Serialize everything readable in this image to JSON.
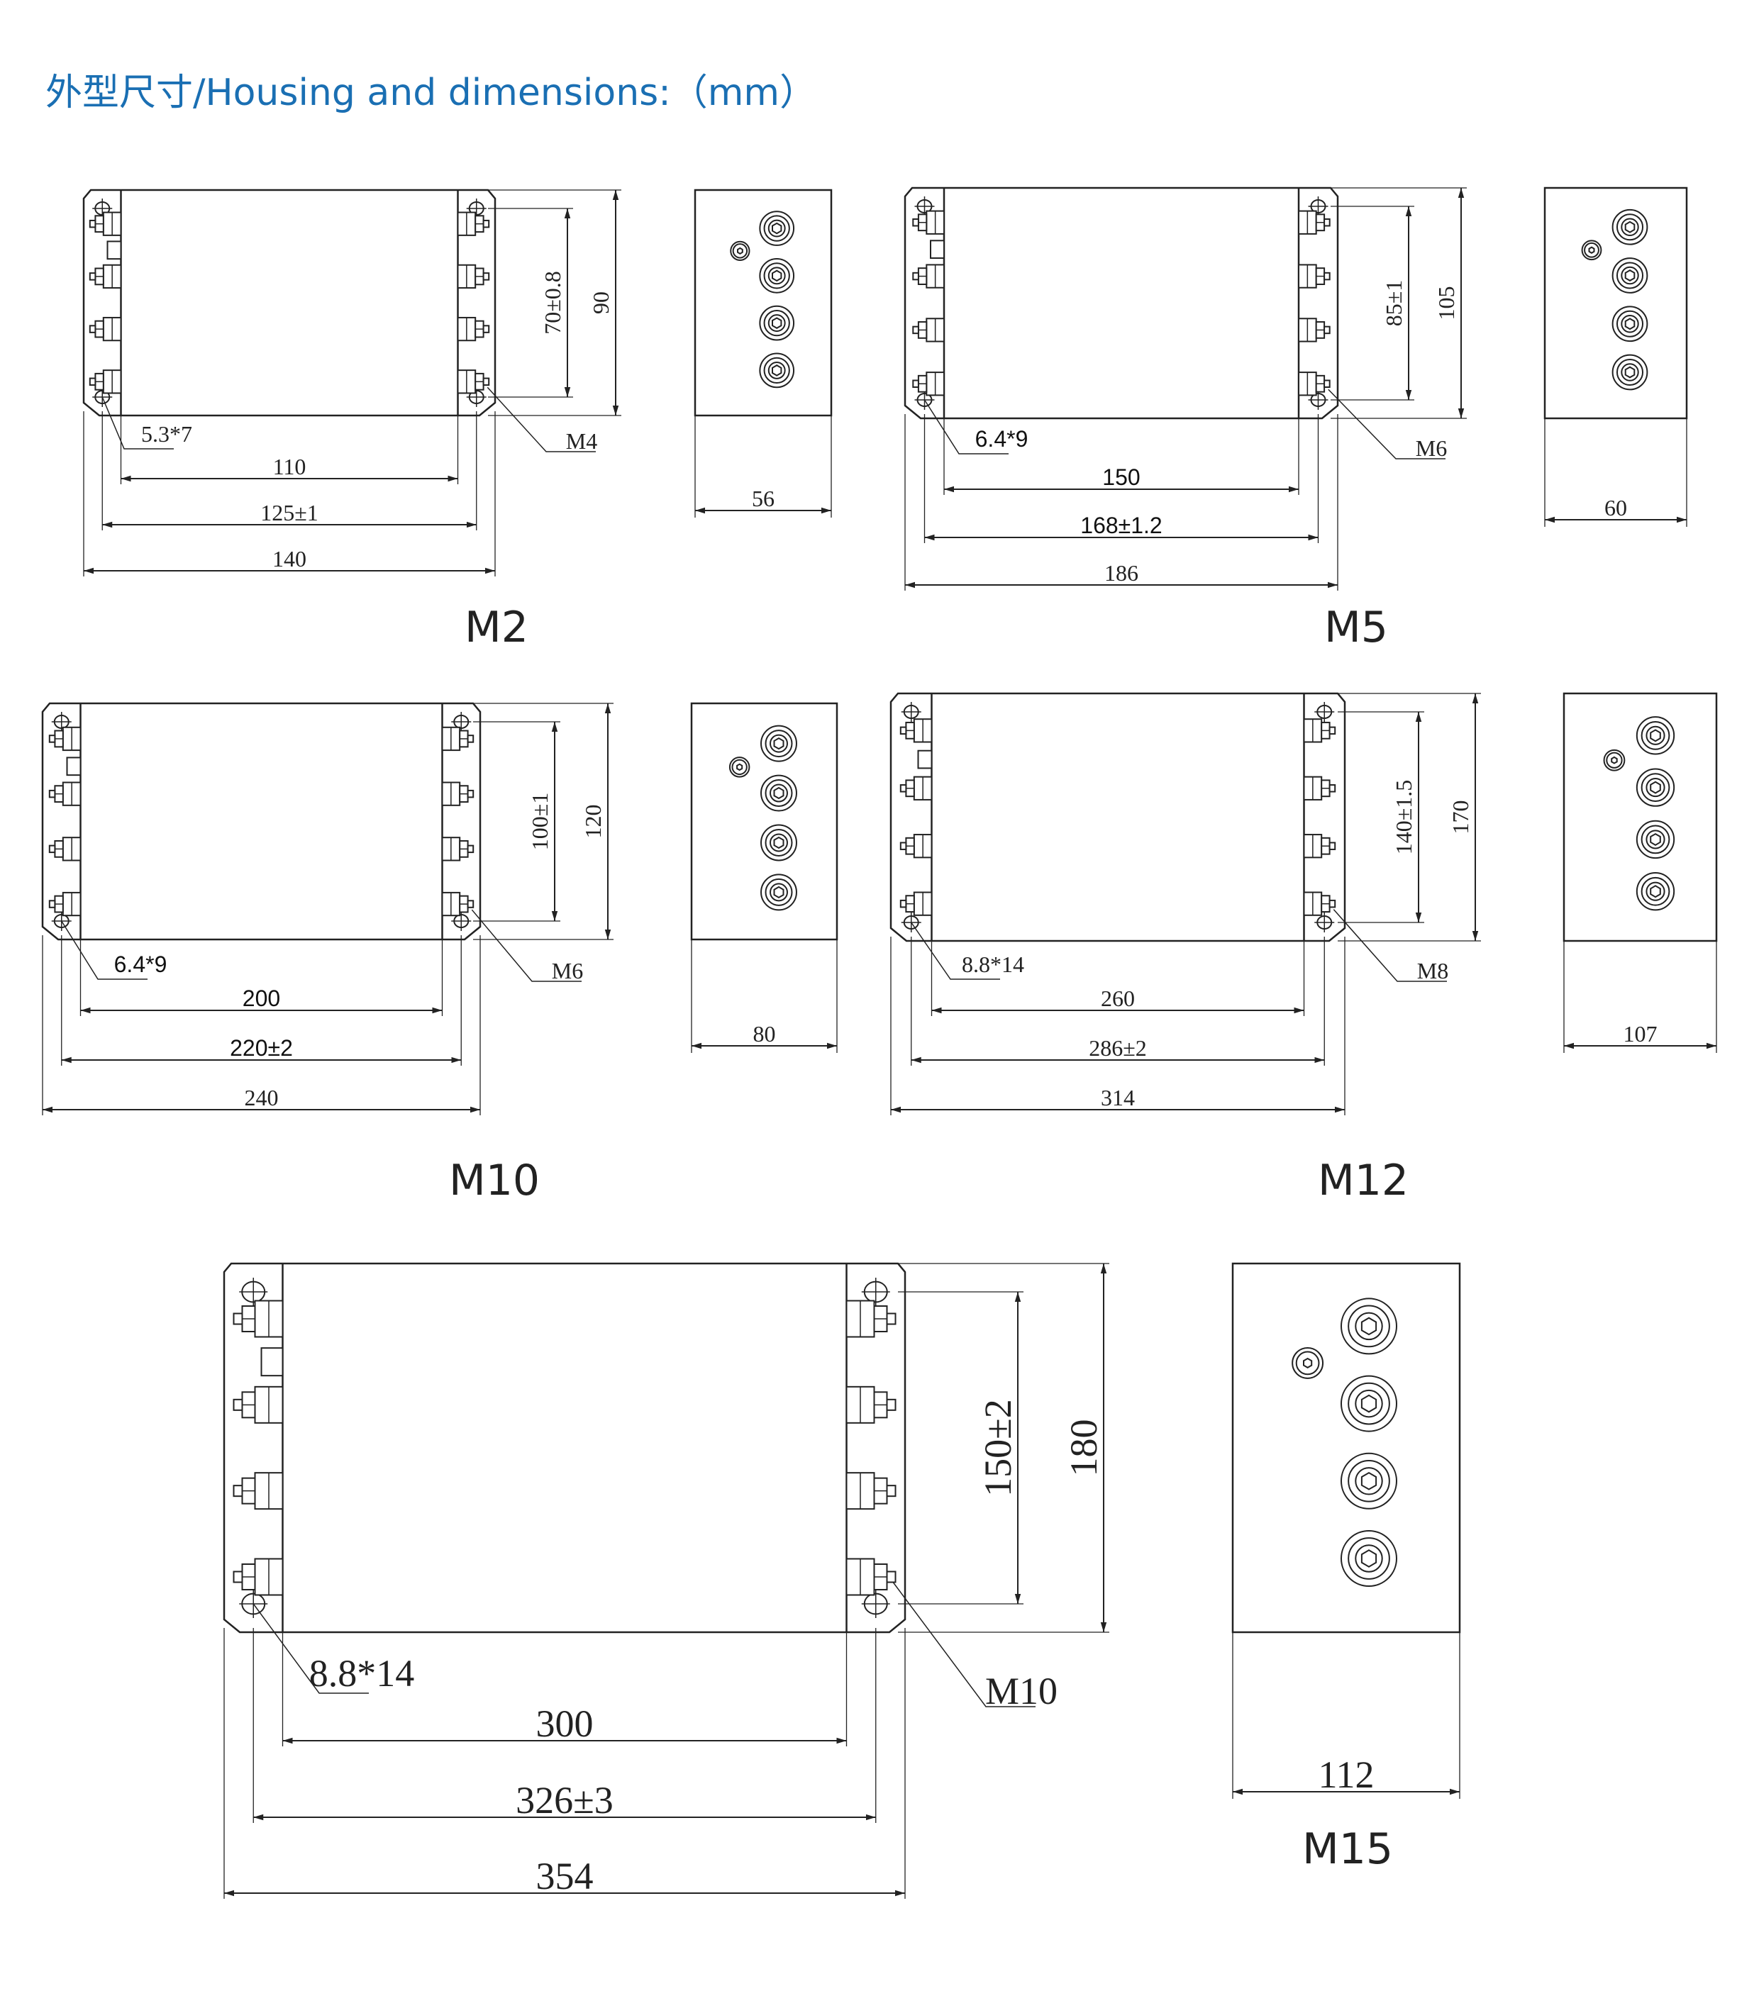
{
  "heading": "外型尺寸/Housing and dimensions:（mm）",
  "colors": {
    "heading": "#1a6fb3",
    "line": "#222222"
  },
  "models": [
    {
      "id": "M2",
      "label": "M2",
      "hole": "5.3*7",
      "bolt": "M4",
      "inner_width": "110",
      "hole_pitch": "125±1",
      "overall_length": "140",
      "mount_height": "70±0.8",
      "height": "90",
      "depth": "56",
      "terminals_left": 4,
      "terminals_right": 4
    },
    {
      "id": "M5",
      "label": "M5",
      "hole": "6.4*9",
      "bolt": "M6",
      "inner_width": "150",
      "hole_pitch": "168±1.2",
      "overall_length": "186",
      "mount_height": "85±1",
      "height": "105",
      "depth": "60",
      "terminals_left": 4,
      "terminals_right": 4
    },
    {
      "id": "M10",
      "label": "M10",
      "hole": "6.4*9",
      "bolt": "M6",
      "inner_width": "200",
      "hole_pitch": "220±2",
      "overall_length": "240",
      "mount_height": "100±1",
      "height": "120",
      "depth": "80",
      "terminals_left": 4,
      "terminals_right": 4
    },
    {
      "id": "M12",
      "label": "M12",
      "hole": "8.8*14",
      "bolt": "M8",
      "inner_width": "260",
      "hole_pitch": "286±2",
      "overall_length": "314",
      "mount_height": "140±1.5",
      "height": "170",
      "depth": "107",
      "terminals_left": 4,
      "terminals_right": 4
    },
    {
      "id": "M15",
      "label": "M15",
      "hole": "8.8*14",
      "bolt": "M10",
      "inner_width": "300",
      "hole_pitch": "326±3",
      "overall_length": "354",
      "mount_height": "150±2",
      "height": "180",
      "depth": "112",
      "terminals_left": 4,
      "terminals_right": 4
    }
  ]
}
